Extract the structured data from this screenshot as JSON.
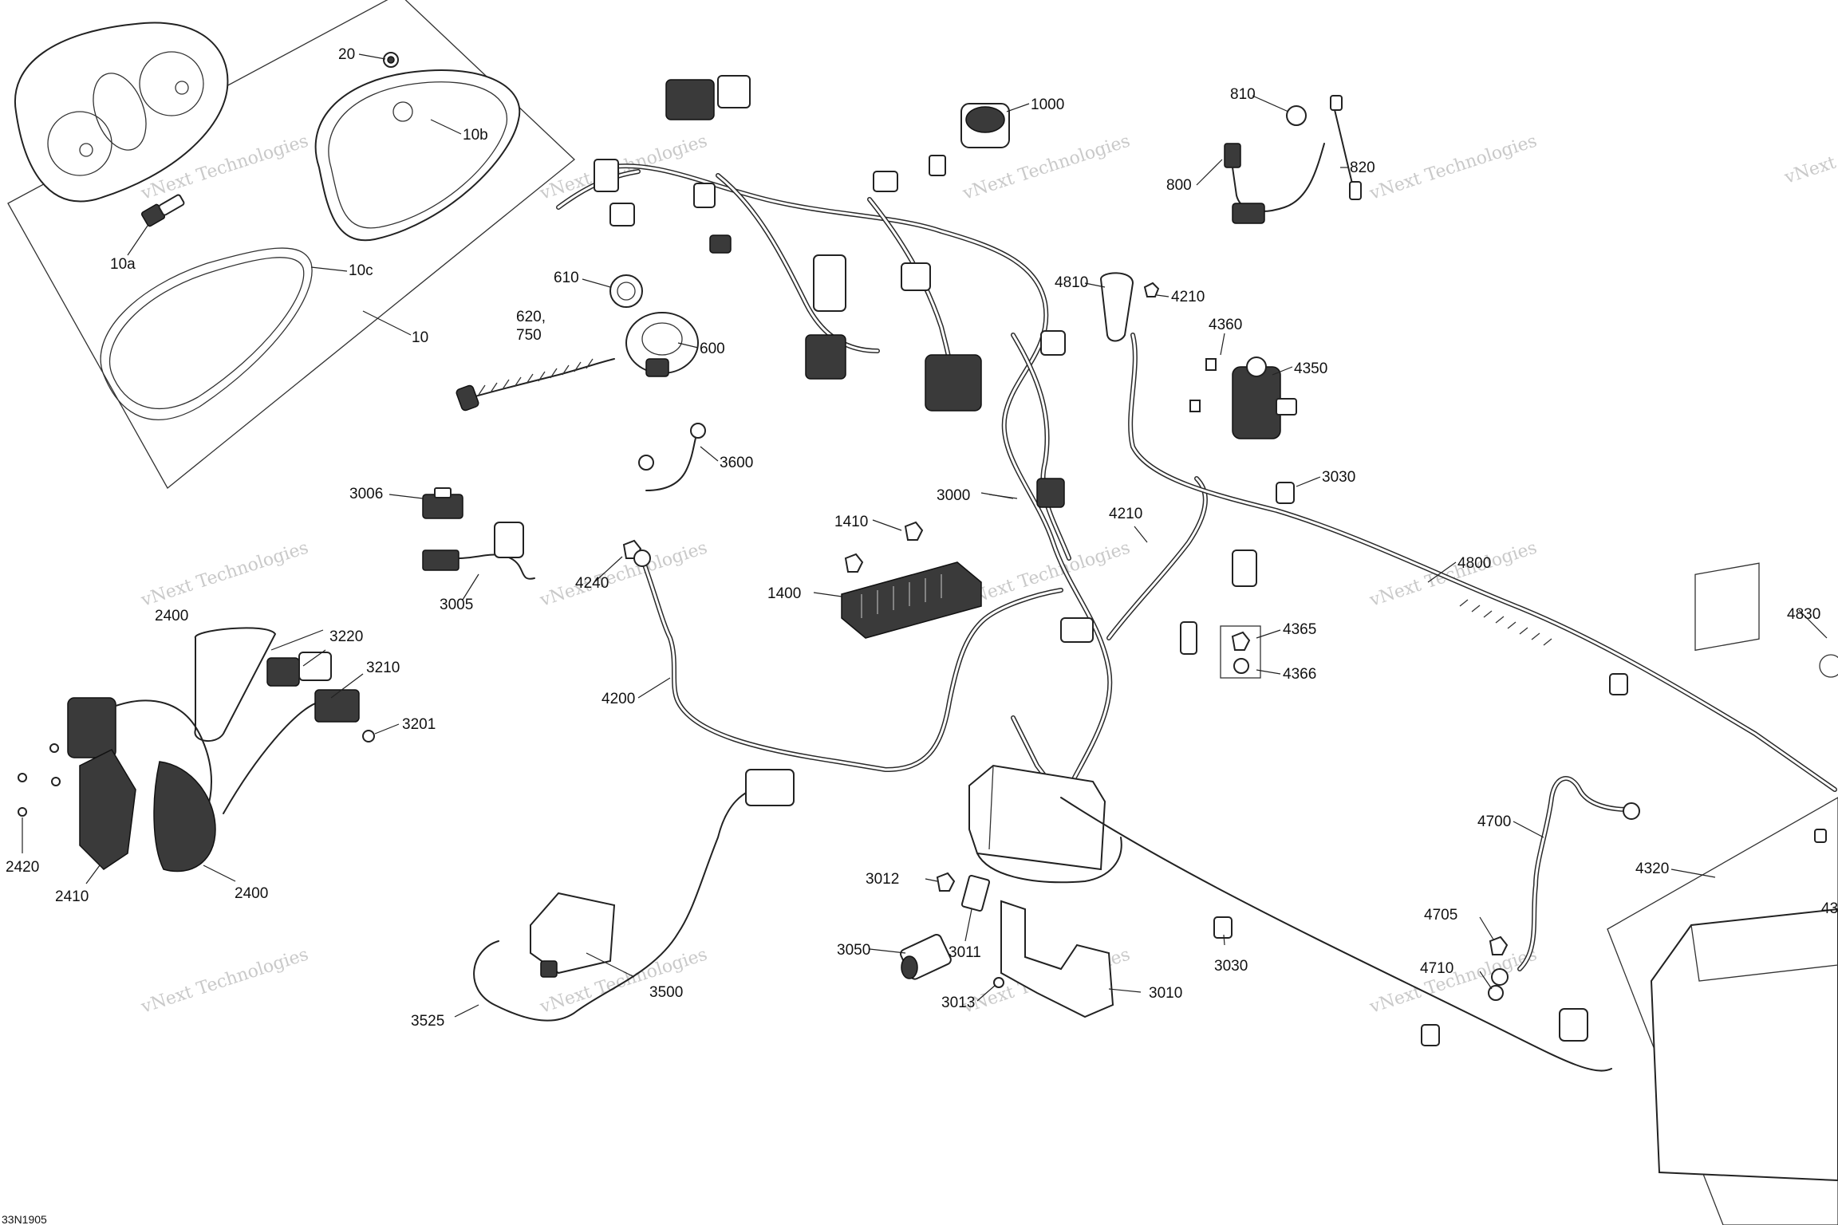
{
  "diagram_code": "33N1905",
  "watermark": {
    "line1": "vNext Technologies",
    "line2": "Technologies"
  },
  "callouts": {
    "c20": "20",
    "c10b": "10b",
    "c10a": "10a",
    "c10c": "10c",
    "c10": "10",
    "c1000": "1000",
    "c610": "610",
    "c620": "620,",
    "c750": "750",
    "c600": "600",
    "c3600": "3600",
    "c810": "810",
    "c800": "800",
    "c820": "820",
    "c4810": "4810",
    "c4210a": "4210",
    "c4360": "4360",
    "c4350": "4350",
    "c3030a": "3030",
    "c3006": "3006",
    "c3005": "3005",
    "c1410": "1410",
    "c3000": "3000",
    "c4210b": "4210",
    "c4240": "4240",
    "c1400": "1400",
    "c4800": "4800",
    "c4365": "4365",
    "c4366": "4366",
    "c4830": "4830",
    "c2400a": "2400",
    "c3220": "3220",
    "c3210": "3210",
    "c3201": "3201",
    "c4200": "4200",
    "c2420": "2420",
    "c2410": "2410",
    "c2400b": "2400",
    "c4700": "4700",
    "c4320": "4320",
    "c43x": "43",
    "c3012": "3012",
    "c3050": "3050",
    "c3011": "3011",
    "c3013": "3013",
    "c3010": "3010",
    "c3030b": "3030",
    "c4705": "4705",
    "c4710": "4710",
    "c3500": "3500",
    "c3525": "3525"
  },
  "icons": [
    "gauge-cluster-icon",
    "connector-icon",
    "battery-icon",
    "relay-icon",
    "switch-icon",
    "bracket-icon"
  ]
}
